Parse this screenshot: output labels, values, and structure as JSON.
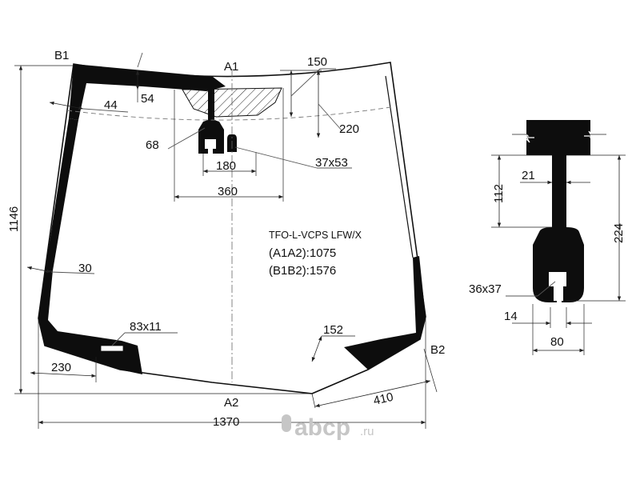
{
  "part_code": "TFO-L-VCPS LFW/X",
  "diagonal_a": "(A1A2):1075",
  "diagonal_b": "(B1B2):1576",
  "points": {
    "a1": "A1",
    "a2": "A2",
    "b1": "B1",
    "b2": "B2"
  },
  "dims": {
    "d1146": "1146",
    "d1370": "1370",
    "d150": "150",
    "d220": "220",
    "d54": "54",
    "d44": "44",
    "d68": "68",
    "d180": "180",
    "d37x53": "37x53",
    "d360": "360",
    "d30": "30",
    "d83x11": "83x11",
    "d152": "152",
    "d230": "230",
    "d410": "410"
  },
  "detail": {
    "d21": "21",
    "d112": "112",
    "d224": "224",
    "d36x37": "36x37",
    "d14": "14",
    "d80": "80"
  },
  "watermark": {
    "brand": "abcp",
    "tld": ".ru"
  }
}
